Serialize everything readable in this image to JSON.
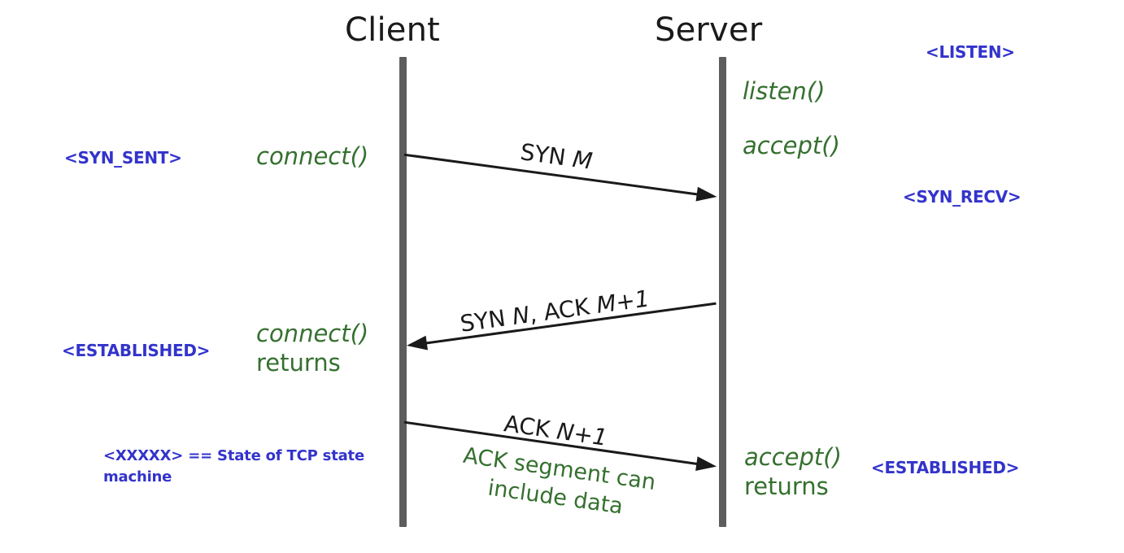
{
  "diagram": {
    "title_client": "Client",
    "title_server": "Server",
    "legend_line1": "<XXXXX> == State of",
    "legend_line2": "TCP state machine",
    "colors": {
      "state_blue": "#3333cc",
      "api_green": "#35702f",
      "lifeline_gray": "#5d5d5d",
      "arrow_black": "#1a1a1a",
      "background": "#ffffff"
    }
  },
  "states": {
    "listen": "<LISTEN>",
    "syn_sent": "<SYN_SENT>",
    "syn_recv": "<SYN_RECV>",
    "established_client": "<ESTABLISHED>",
    "established_server": "<ESTABLISHED>"
  },
  "api_calls": {
    "listen": "listen()",
    "accept": "accept()",
    "connect": "connect()",
    "connect_returns_fn": "connect()",
    "connect_returns_rv": "returns",
    "accept_returns_fn": "accept()",
    "accept_returns_rv": "returns"
  },
  "messages": [
    {
      "id": "syn",
      "text": "SYN M",
      "prefix": "SYN ",
      "italic": "M",
      "suffix": "",
      "direction": "client-to-server"
    },
    {
      "id": "syn_ack",
      "text": "SYN N, ACK M+1",
      "prefix": "SYN ",
      "italic": "N",
      "middle": ", ACK ",
      "italic2": "M+1",
      "direction": "server-to-client"
    },
    {
      "id": "ack",
      "text": "ACK N+1",
      "prefix": "ACK ",
      "italic": "N+1",
      "suffix": "",
      "direction": "client-to-server"
    }
  ],
  "notes": {
    "ack_data_line1": "ACK segment can",
    "ack_data_line2": "include data"
  }
}
